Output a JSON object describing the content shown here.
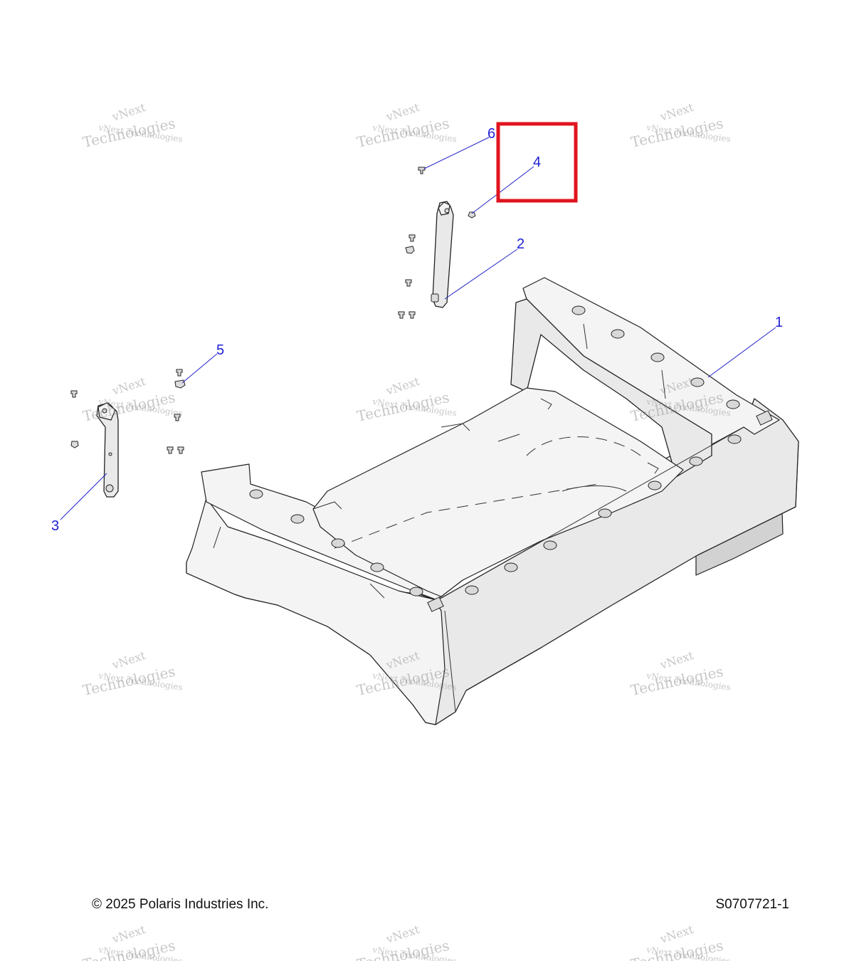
{
  "footer": {
    "copyright": "© 2025 Polaris Industries Inc.",
    "drawing_number": "S0707721-1"
  },
  "callouts": [
    {
      "id": "1",
      "label": "1"
    },
    {
      "id": "2",
      "label": "2"
    },
    {
      "id": "3",
      "label": "3"
    },
    {
      "id": "4",
      "label": "4"
    },
    {
      "id": "5",
      "label": "5"
    },
    {
      "id": "6",
      "label": "6"
    }
  ],
  "highlighted_callout": "4",
  "watermark": {
    "line1": "vNext",
    "line2": "vNext Technologies",
    "line3": "Technologies"
  },
  "colors": {
    "callout_text": "#1f1fd6",
    "highlight_box": "#e0141e",
    "part_fill": "#e9e9e9"
  }
}
